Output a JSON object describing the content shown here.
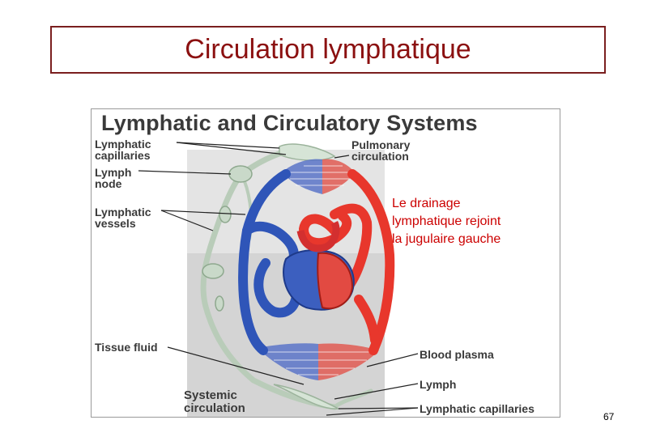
{
  "slide": {
    "title": "Circulation lymphatique",
    "note": "Le drainage\nlymphatique rejoint\nla jugulaire gauche",
    "page_number": "67"
  },
  "figure": {
    "title": "Lymphatic and Circulatory Systems",
    "labels": {
      "lymphatic_capillaries_top": "Lymphatic\ncapillaries",
      "lymph_node": "Lymph\nnode",
      "lymphatic_vessels": "Lymphatic\nvessels",
      "tissue_fluid": "Tissue fluid",
      "pulmonary_circulation": "Pulmonary\ncirculation",
      "blood_plasma": "Blood plasma",
      "lymph": "Lymph",
      "lymphatic_capillaries_bottom": "Lymphatic capillaries",
      "systemic_circulation": "Systemic\ncirculation"
    }
  },
  "colors": {
    "title_red": "#8b1010",
    "note_red": "#cc0000",
    "artery_red": "#e8372c",
    "vein_blue": "#2f55b8",
    "lymph_green": "#c8d8c8"
  }
}
